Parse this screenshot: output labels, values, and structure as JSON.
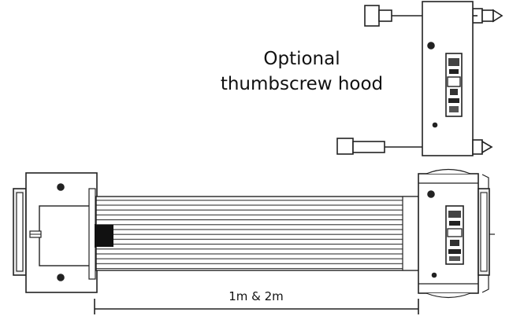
{
  "hood": {
    "caption_line1": "Optional",
    "caption_line2": "thumbscrew hood"
  },
  "cable": {
    "length_label": "1m & 2m"
  },
  "colors": {
    "line": "#222222",
    "body_fill": "#ffffff",
    "tab_fill": "#f0f0f0",
    "shading": "#555555",
    "dark": "#111111"
  }
}
